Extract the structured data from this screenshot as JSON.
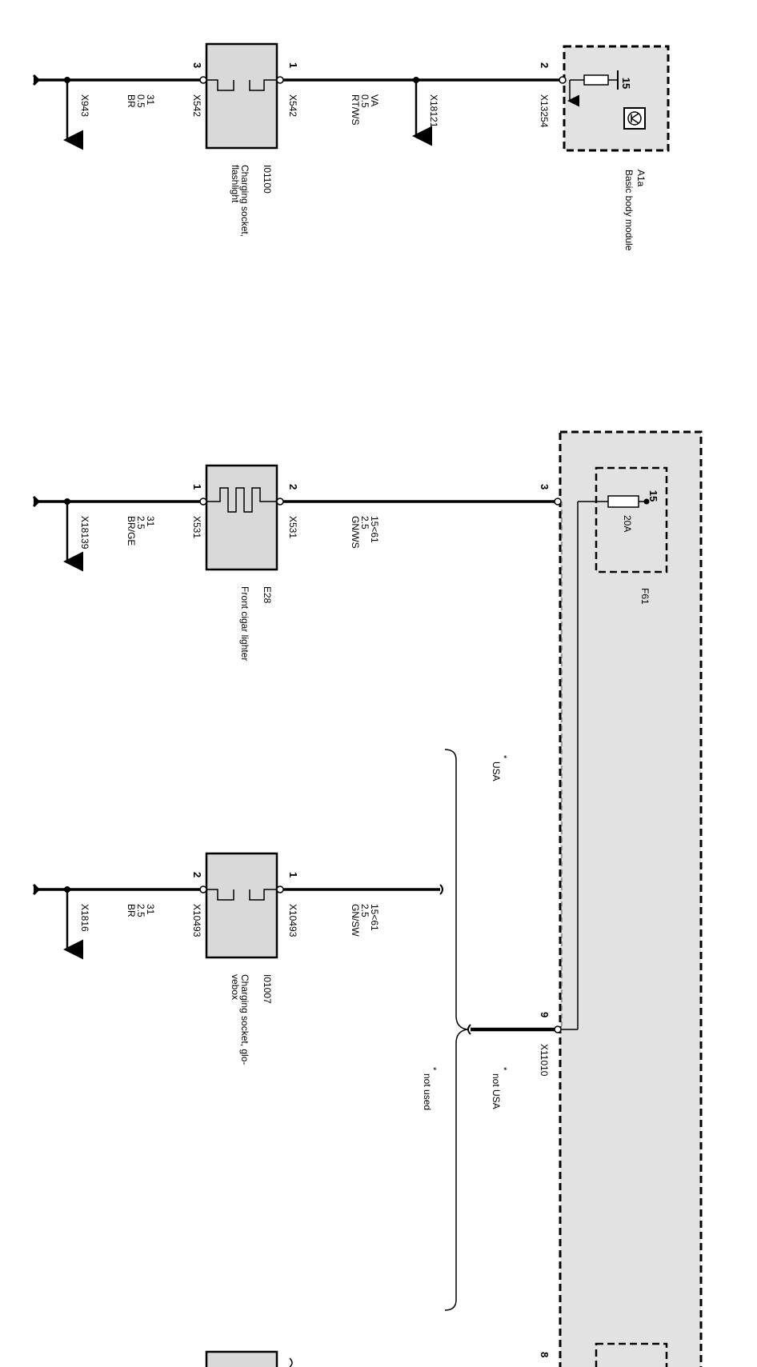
{
  "module_a1a": {
    "id": "A1a",
    "name": "Basic body module",
    "terminal": "15",
    "pin": "2",
    "connector": "X13254"
  },
  "splice_x18121": {
    "id": "X18121"
  },
  "wire_1": {
    "terminal": "VA",
    "size": "0.5",
    "color": "RT/WS"
  },
  "component_i01100": {
    "id": "I01100",
    "name": "Charging socket, flashlight",
    "name_line1": "Charging socket,",
    "name_line2": "flashlight",
    "pin_in": "1",
    "pin_out": "3",
    "connector": "X542"
  },
  "ground_1": {
    "terminal": "31",
    "size": "0.5",
    "color": "BR",
    "splice": "X943"
  },
  "fuse_f61": {
    "id": "F61",
    "terminal": "15",
    "rating": "20A"
  },
  "module_pin_3": {
    "pin": "3"
  },
  "wire_2": {
    "terminal": "15<61",
    "size": "2.5",
    "color": "GN/WS"
  },
  "component_e28": {
    "id": "E28",
    "name": "Front cigar lighter",
    "pin_in": "2",
    "pin_out": "1",
    "connector": "X531"
  },
  "ground_2": {
    "terminal": "31",
    "size": "2.5",
    "color": "BR/GE",
    "splice": "X18139"
  },
  "variant": {
    "usa": "USA",
    "not_usa": "not USA",
    "not_used": "not used",
    "mark_usa": "*",
    "mark_not_usa": "*",
    "mark_not_used": "*"
  },
  "module_pin_9": {
    "pin": "9",
    "connector": "X11010"
  },
  "wire_3": {
    "terminal": "15<61",
    "size": "2.5",
    "color": "GN/SW"
  },
  "component_i01007": {
    "id": "I01007",
    "name": "Charging socket, glovebox",
    "name_line1": "Charging socket, glo-",
    "name_line2": "vebox",
    "pin_in": "1",
    "pin_out": "2",
    "connector": "X10493"
  },
  "ground_3": {
    "terminal": "31",
    "size": "2.5",
    "color": "BR",
    "splice": "X1816"
  },
  "module_pin_bottom": {
    "pin": "8"
  }
}
